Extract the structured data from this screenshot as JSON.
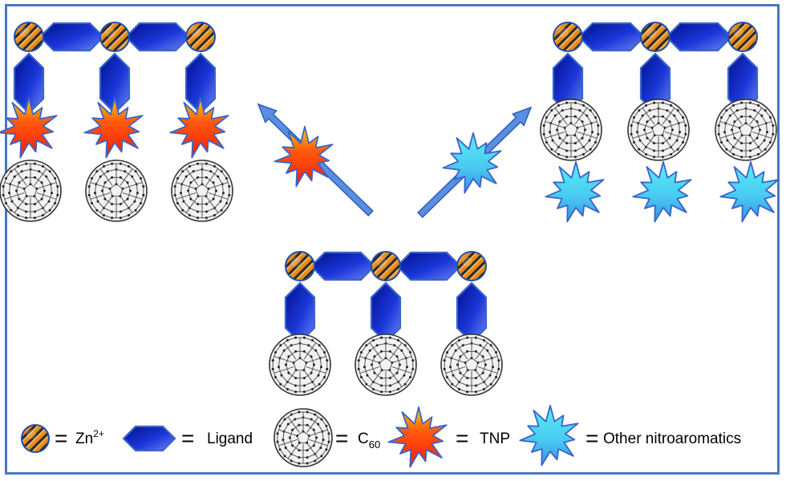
{
  "legend": {
    "zn": {
      "base": "Zn",
      "sup": "2+"
    },
    "ligand": "Ligand",
    "c60": {
      "base": "C",
      "sub": "60"
    },
    "tnp": "TNP",
    "other": "Other nitroaromatics"
  },
  "colors": {
    "frame": "#4a78c2",
    "ligand_dark": "#00108c",
    "ligand_light": "#4a6cf0",
    "zn_orange": "#e58a1a",
    "zn_dark": "#2a2a2a",
    "tnp_red": "#ff2a00",
    "tnp_yellow": "#ffd000",
    "other_cyan": "#48e8f4",
    "other_blue": "#3a90e8",
    "arrow": "#5a8ee0"
  },
  "icons": [
    "zn-ion-icon",
    "ligand-icon",
    "c60-fullerene-icon",
    "tnp-star-icon",
    "nitroaromatic-star-icon",
    "arrow-icon"
  ]
}
